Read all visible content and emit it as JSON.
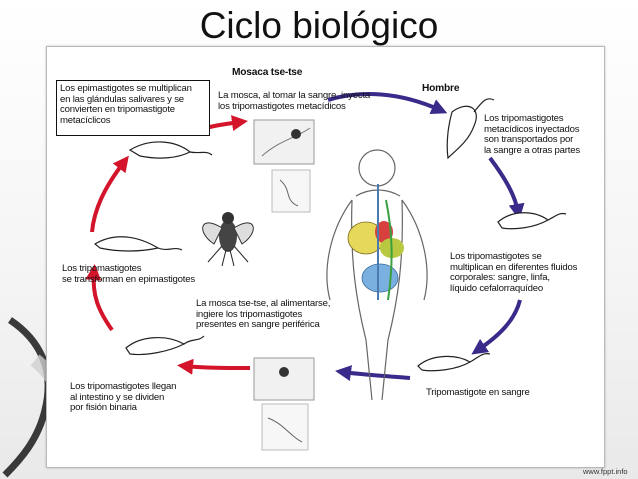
{
  "title": "Ciclo biológico",
  "diagram": {
    "header_fly": "Mosaca tse-tse",
    "header_human": "Hombre",
    "label_epimastigotes": "Los epimastigotes se multiplican\nen las glándulas salivares y se\nconvierten en tripomastigote\nmetacíclicos",
    "label_fly_bite": "La mosca, al tomar la sangre, inyecta\nlos tripomastigotes metacídicos",
    "label_injected": "Los tripomastigotes\nmetacídicos inyectados\nson transportados por\nla sangre a otras partes",
    "label_multiply_fluids": "Los tripomastigotes se\nmultiplican en diferentes fluidos\ncorporales: sangre, linfa,\nlíquido cefalorraquídeo",
    "label_blood": "Tripomastigote en sangre",
    "label_fly_feeds": "La mosca tse-tse, al alimentarse,\ningiere los tripomastigotes\npresentes en sangre periférica",
    "label_gut": "Los tripomastigotes llegan\nal intestino y se dividen\npor fisión binaria",
    "label_transform": "Los tripomastigotes\nse transforman en epimastigotes"
  },
  "colors": {
    "arrow_fly_cycle": "#d3142a",
    "arrow_human_cycle": "#3a2a8a"
  },
  "footer": "www.fppt.info"
}
